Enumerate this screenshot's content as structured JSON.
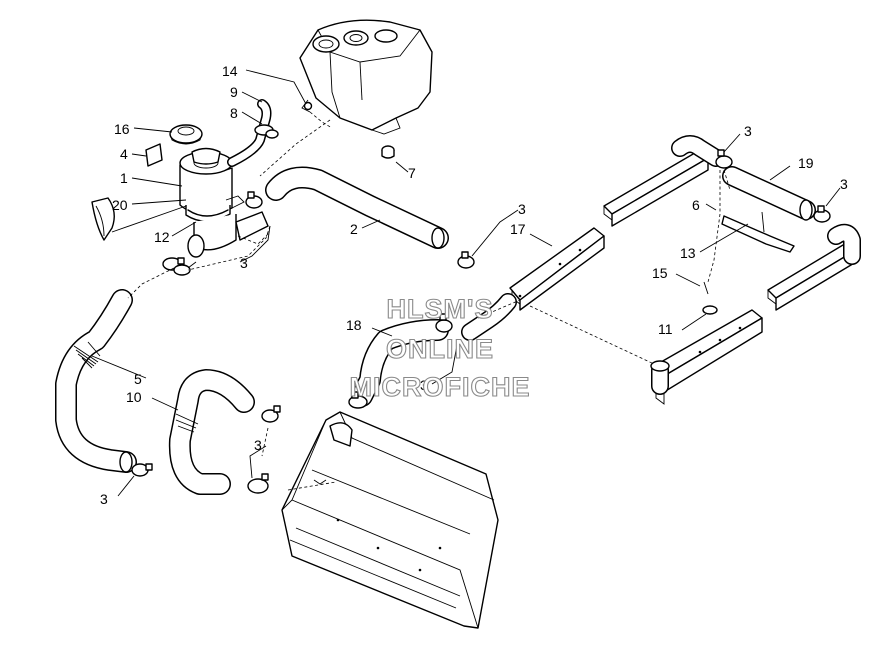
{
  "watermark": {
    "line1": "HLSM'S",
    "line2": "ONLINE",
    "line3": "MICROFICHE"
  },
  "callouts": [
    {
      "id": "c14",
      "text": "14"
    },
    {
      "id": "c9",
      "text": "9"
    },
    {
      "id": "c8",
      "text": "8"
    },
    {
      "id": "c16",
      "text": "16"
    },
    {
      "id": "c4",
      "text": "4"
    },
    {
      "id": "c1",
      "text": "1"
    },
    {
      "id": "c20",
      "text": "20"
    },
    {
      "id": "c12",
      "text": "12"
    },
    {
      "id": "c7",
      "text": "7"
    },
    {
      "id": "c2",
      "text": "2"
    },
    {
      "id": "c3a",
      "text": "3"
    },
    {
      "id": "c3b",
      "text": "3"
    },
    {
      "id": "c17",
      "text": "17"
    },
    {
      "id": "c3c",
      "text": "3"
    },
    {
      "id": "c19",
      "text": "19"
    },
    {
      "id": "c3d",
      "text": "3"
    },
    {
      "id": "c6",
      "text": "6"
    },
    {
      "id": "c13",
      "text": "13"
    },
    {
      "id": "c15",
      "text": "15"
    },
    {
      "id": "c11",
      "text": "11"
    },
    {
      "id": "c18",
      "text": "18"
    },
    {
      "id": "c3e",
      "text": "3"
    },
    {
      "id": "c5",
      "text": "5"
    },
    {
      "id": "c10",
      "text": "10"
    },
    {
      "id": "c3f",
      "text": "3"
    },
    {
      "id": "c3g",
      "text": "3"
    }
  ]
}
